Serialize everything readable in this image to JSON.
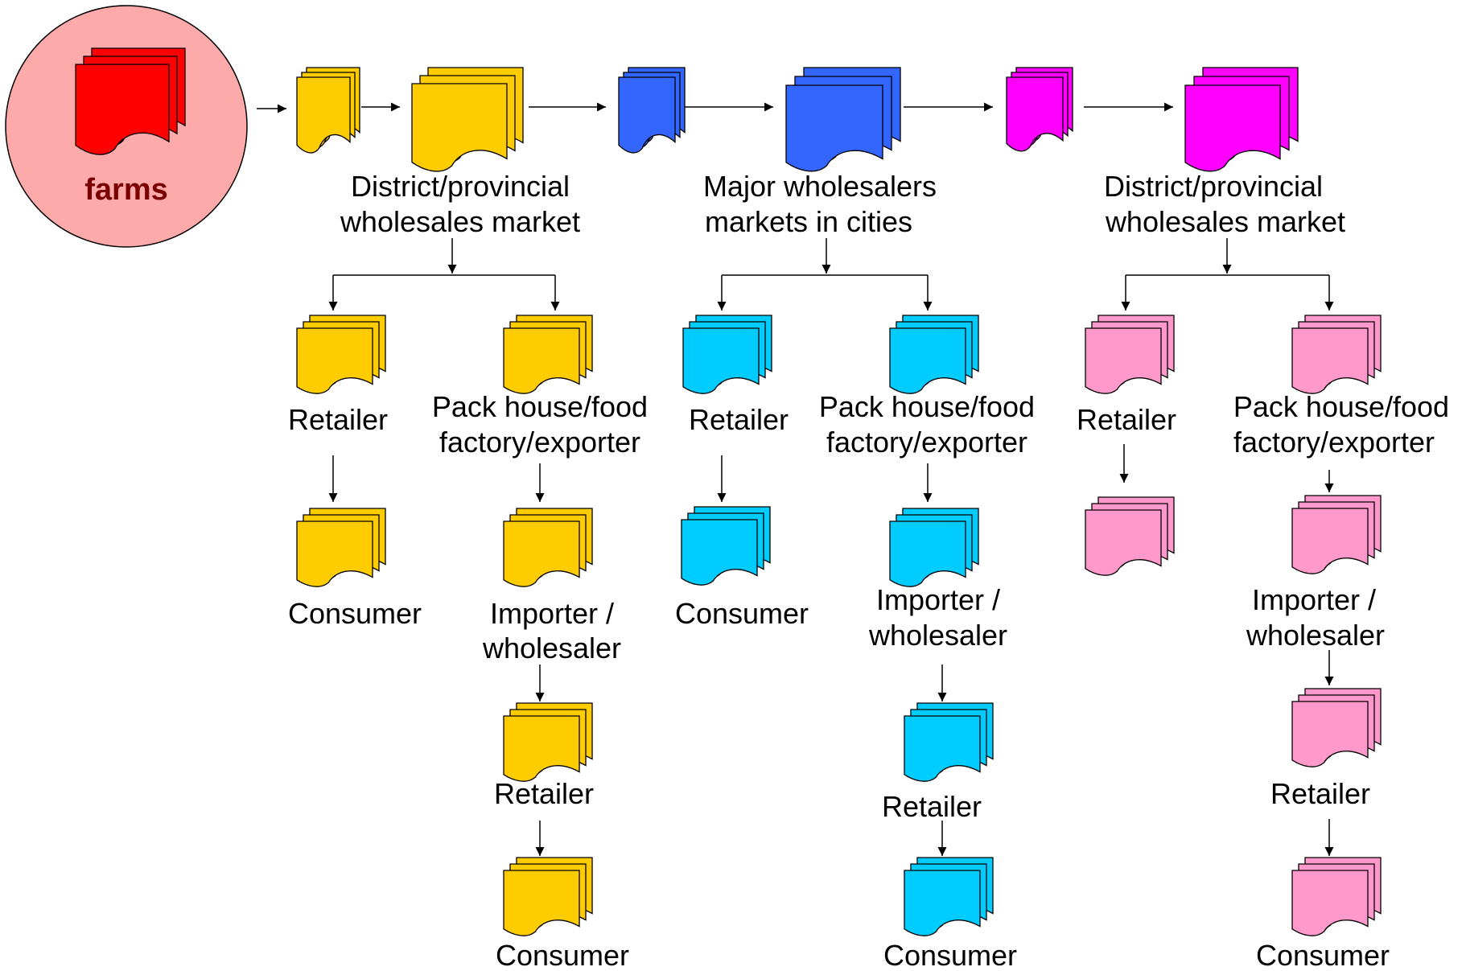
{
  "colors": {
    "farm_circle": "#FFAAAA",
    "farm_docs": "#FF0000",
    "chain_1": "#FFCC00",
    "chain_2_hub": "#3366FF",
    "chain_2_branch": "#00CCFF",
    "chain_3_hub": "#FF00FF",
    "chain_3_branch": "#FF99CC"
  },
  "farm": {
    "label": "farms",
    "icon": "multi-document-icon"
  },
  "chains": [
    {
      "id": "chain-1",
      "market_label": [
        "District/provincial",
        "wholesales market"
      ],
      "branches": {
        "left": {
          "retailer": "Retailer",
          "consumer": "Consumer"
        },
        "right": {
          "processor": [
            "Pack house/food",
            "factory/exporter"
          ],
          "importer": [
            "Importer /",
            "wholesaler"
          ],
          "retailer": "Retailer",
          "consumer": "Consumer"
        }
      }
    },
    {
      "id": "chain-2",
      "market_label": [
        "Major wholesalers",
        "markets in cities"
      ],
      "branches": {
        "left": {
          "retailer": "Retailer",
          "consumer": "Consumer"
        },
        "right": {
          "processor": [
            "Pack house/food",
            "factory/exporter"
          ],
          "importer": [
            "Importer /",
            "wholesaler"
          ],
          "retailer": "Retailer",
          "consumer": "Consumer"
        }
      }
    },
    {
      "id": "chain-3",
      "market_label": [
        "District/provincial",
        "wholesales market"
      ],
      "branches": {
        "left": {
          "retailer": "Retailer"
        },
        "right": {
          "processor": [
            "Pack house/food",
            "factory/exporter"
          ],
          "importer": [
            "Importer /",
            "wholesaler"
          ],
          "retailer": "Retailer",
          "consumer": "Consumer"
        }
      }
    }
  ]
}
